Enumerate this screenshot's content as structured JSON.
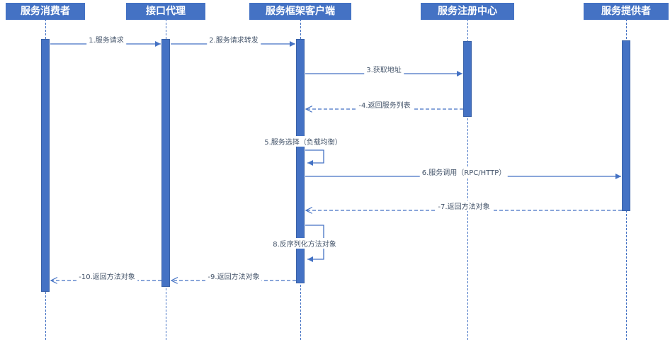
{
  "diagram": {
    "actors": [
      {
        "label": "服务消费者"
      },
      {
        "label": "接口代理"
      },
      {
        "label": "服务框架客户端"
      },
      {
        "label": "服务注册中心"
      },
      {
        "label": "服务提供者"
      }
    ],
    "messages": [
      {
        "label": "1.服务请求",
        "type": "solid"
      },
      {
        "label": "2.服务请求转发",
        "type": "solid"
      },
      {
        "label": "3.获取地址",
        "type": "solid"
      },
      {
        "label": "-4.返回服务列表",
        "type": "dashed-return"
      },
      {
        "label": "5.服务选择（负载均衡）",
        "type": "self"
      },
      {
        "label": "6.服务调用（RPC/HTTP）",
        "type": "solid"
      },
      {
        "label": "-7.返回方法对象",
        "type": "dashed-return"
      },
      {
        "label": "8.反序列化方法对象",
        "type": "self"
      },
      {
        "label": "-9.返回方法对象",
        "type": "dashed-return"
      },
      {
        "label": "-10.返回方法对象",
        "type": "dashed-return"
      }
    ],
    "colors": {
      "primary": "#4472C4",
      "label_text": "#44546A",
      "background": "#FFFFFF"
    }
  }
}
